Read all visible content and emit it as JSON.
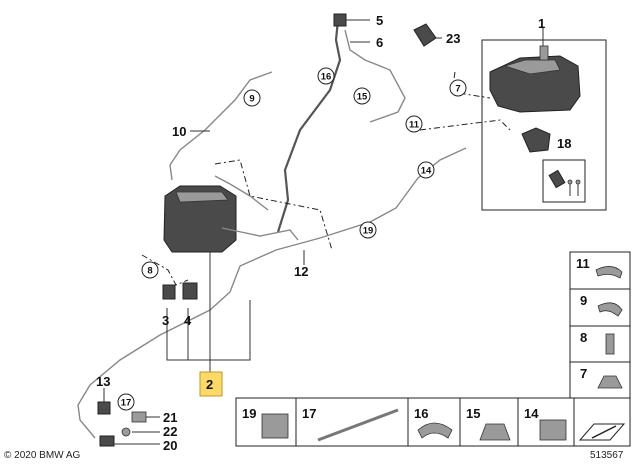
{
  "labels": {
    "l1": "1",
    "l2": "2",
    "l3": "3",
    "l4": "4",
    "l5": "5",
    "l6": "6",
    "l10": "10",
    "l12": "12",
    "l13": "13",
    "l18": "18",
    "l20": "20",
    "l21": "21",
    "l22": "22",
    "l23": "23"
  },
  "circled": {
    "c7": "7",
    "c8": "8",
    "c9": "9",
    "c11": "11",
    "c14": "14",
    "c15": "15",
    "c16": "16",
    "c17": "17",
    "c19": "19"
  },
  "legend_right": [
    "11",
    "9",
    "8",
    "7"
  ],
  "legend_bottom": [
    "19",
    "17",
    "16",
    "15",
    "14"
  ],
  "copyright": "© 2020 BMW AG",
  "diagram_number": "513567",
  "highlight_color": "#ffd966"
}
